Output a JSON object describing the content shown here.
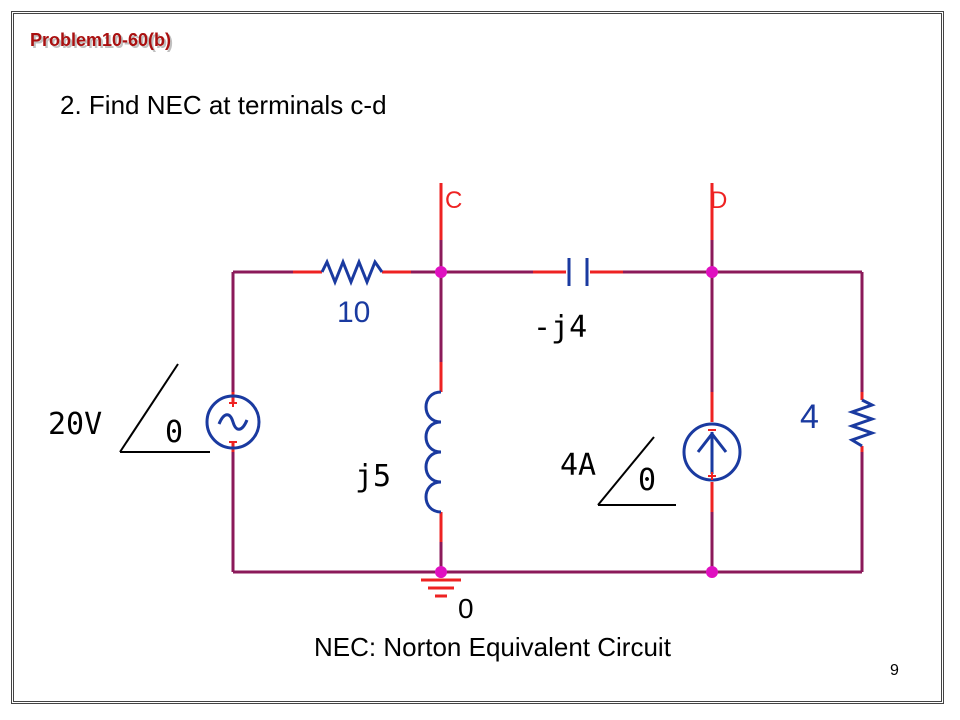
{
  "slide": {
    "problem_label": "Problem10-60(b)",
    "question": "2. Find NEC at terminals c-d",
    "caption": "NEC: Norton Equivalent Circuit",
    "page_number": "9"
  },
  "circuit": {
    "terminal_c": "C",
    "terminal_d": "D",
    "resistor_series_value": "10",
    "capacitor_value": "-j4",
    "inductor_value": "j5",
    "resistor_load_value": "4",
    "voltage_source_magnitude": "20V",
    "voltage_source_angle": "0",
    "current_source_magnitude": "4A",
    "current_source_angle": "0",
    "ground_label": "0"
  },
  "colors": {
    "wire": "#8b1a5a",
    "component": "#ee2222",
    "component_body": "#1a3aa0",
    "node_dot": "#e010c0",
    "terminal_label": "#ee2222",
    "title_red": "#aa1010"
  }
}
